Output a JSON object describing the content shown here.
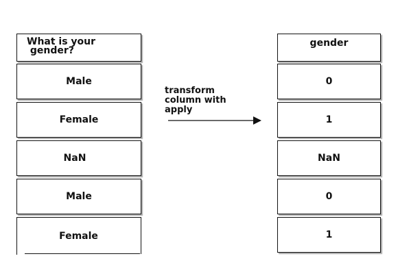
{
  "left_table": {
    "header": "What is your\n gender?",
    "values": [
      "Male",
      "Female",
      "NaN",
      "Male",
      "Female"
    ]
  },
  "right_table": {
    "header": "gender",
    "values": [
      "0",
      "1",
      "NaN",
      "0",
      "1"
    ]
  },
  "arrow": {
    "label": "transform\ncolumn with\napply"
  }
}
